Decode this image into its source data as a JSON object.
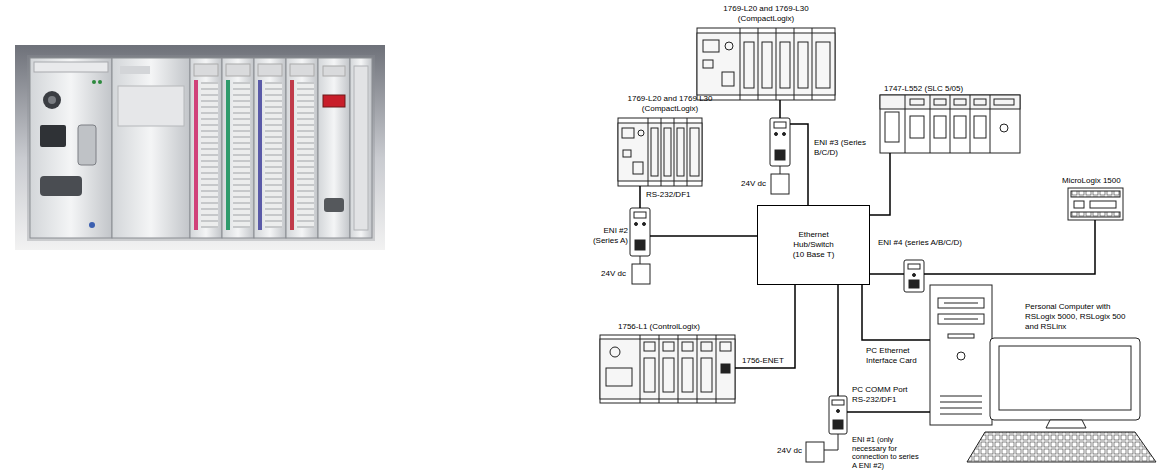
{
  "diagram": {
    "nodes": [
      {
        "text": [
          "1769-L20 and 1769-L30 (CompactLogix)"
        ]
      },
      {
        "text": [
          "ENI #3 (Series B/C/D)"
        ]
      },
      {
        "text": [
          "1747-L552 (SLC 5/05)"
        ]
      },
      {
        "text": [
          "1769-L20 and 1769 L30 (CompactLogix)"
        ]
      },
      {
        "text": [
          "ENI #2 (Series A)"
        ]
      },
      {
        "text": [
          "MicroLogix 1500"
        ]
      },
      {
        "text": [
          "Ethernet Hub/Switch (10 Base T)"
        ]
      },
      {
        "text": [
          "ENI #4 (series A/B/C/D)"
        ]
      },
      {
        "text": [
          "Personal Computer with RSLogix 5000, RSLogix 500 and RSLinx"
        ]
      },
      {
        "text": [
          "1756-L1 (ControlLogix)"
        ]
      },
      {
        "text": [
          "ENI #1 (only necessary for connection to series A ENI #2)"
        ]
      }
    ],
    "edges": [
      {
        "from": 6,
        "to": 1,
        "arrow": "none"
      },
      {
        "from": 1,
        "to": 0,
        "arrow": "none"
      },
      {
        "from": 6,
        "to": 2,
        "arrow": "none"
      },
      {
        "from": 3,
        "to": 4,
        "label": "RS-232/DF1",
        "arrow": "none"
      },
      {
        "from": 4,
        "to": 6,
        "arrow": "none"
      },
      {
        "from": 6,
        "to": 7,
        "arrow": "none"
      },
      {
        "from": 7,
        "to": 5,
        "arrow": "none"
      },
      {
        "from": 9,
        "to": 6,
        "label": "1756-ENET",
        "arrow": "none"
      },
      {
        "from": 6,
        "to": 8,
        "label": "PC Ethernet Interface Card",
        "arrow": "none"
      },
      {
        "from": 6,
        "to": 10,
        "arrow": "none"
      },
      {
        "from": 10,
        "to": 8,
        "label": "PC COMM Port RS-232/DF1",
        "arrow": "none"
      }
    ],
    "labels": [
      "24V dc",
      "24V dc",
      "24V dc"
    ]
  }
}
